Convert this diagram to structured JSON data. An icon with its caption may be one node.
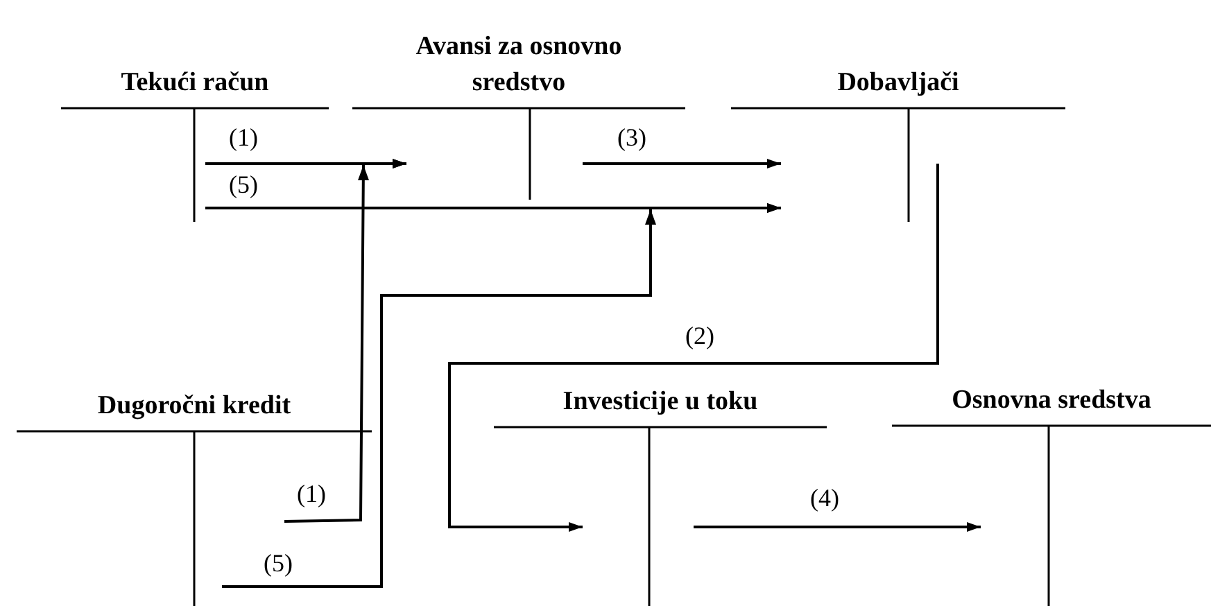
{
  "diagram": {
    "nodes": [
      {
        "text": [
          "Tekući račun"
        ]
      },
      {
        "text": [
          "Avansi za osnovno sredstvo"
        ]
      },
      {
        "text": [
          "Dobavljači"
        ]
      },
      {
        "text": [
          "Dugoročni kredit"
        ]
      },
      {
        "text": [
          "Investicije u toku"
        ]
      },
      {
        "text": [
          "Osnovna sredstva"
        ]
      }
    ],
    "edges": [
      {
        "from": 0,
        "to": 1,
        "arrow": "to",
        "label": "(1)"
      },
      {
        "from": 0,
        "to": 2,
        "arrow": "to",
        "label": "(5)"
      },
      {
        "from": 1,
        "to": 2,
        "arrow": "to",
        "label": "(3)"
      },
      {
        "from": 3,
        "to": 1,
        "arrow": "to",
        "label": "(1)"
      },
      {
        "from": 3,
        "to": 2,
        "arrow": "to",
        "label": "(5)"
      },
      {
        "from": 2,
        "to": 4,
        "arrow": "to",
        "label": "(2)"
      },
      {
        "from": 4,
        "to": 5,
        "arrow": "to",
        "label": "(4)"
      }
    ]
  }
}
